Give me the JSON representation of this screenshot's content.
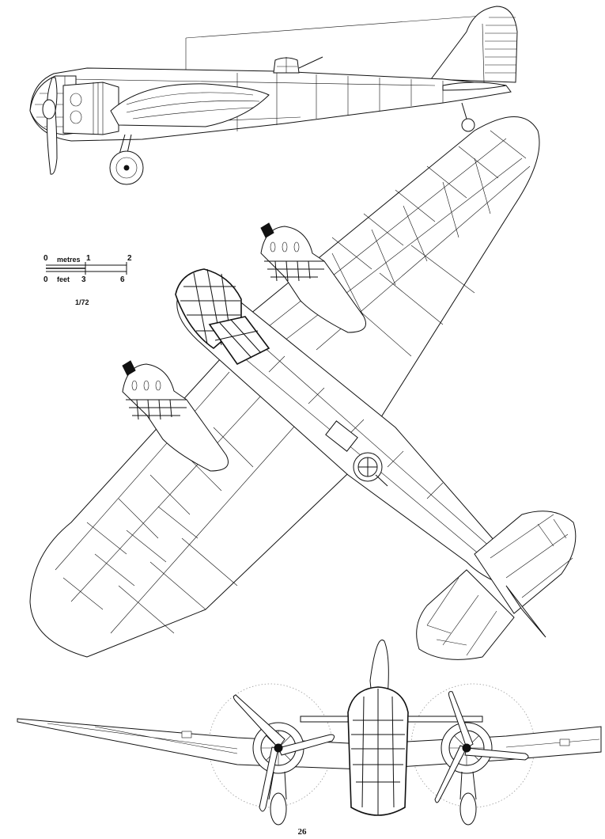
{
  "scale_bar": {
    "metres_label": "metres",
    "metres_ticks": [
      "0",
      "1",
      "2"
    ],
    "feet_label": "feet",
    "feet_ticks": [
      "0",
      "3",
      "6"
    ],
    "ratio": "1/72"
  },
  "page_number": "26",
  "colors": {
    "ink": "#111111",
    "paper": "#ffffff",
    "prop_arc": "#9a9a9a"
  }
}
